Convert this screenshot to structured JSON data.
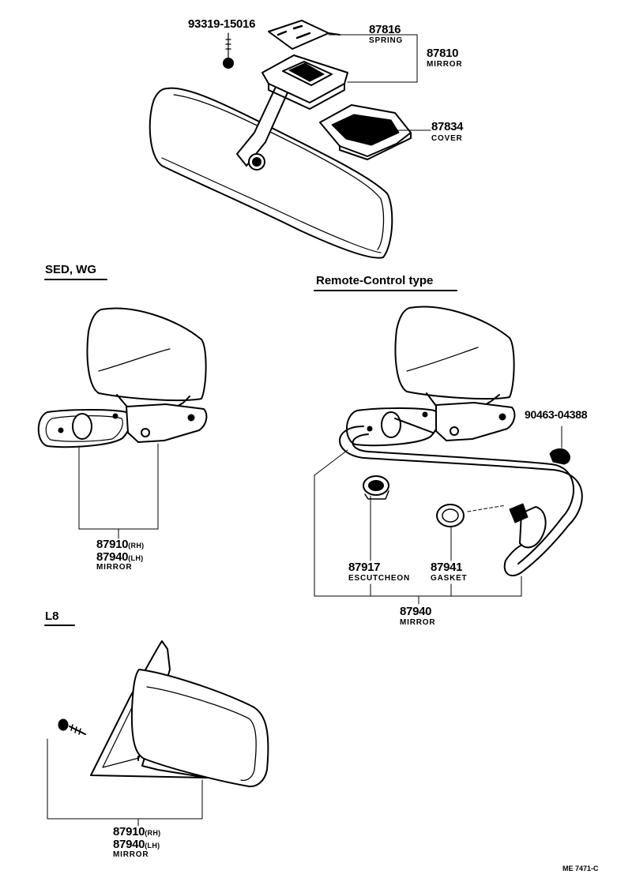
{
  "top": {
    "bolt": {
      "number": "93319-15016"
    },
    "spring": {
      "number": "87816",
      "name": "SPRING"
    },
    "mirror": {
      "number": "87810",
      "name": "MIRROR"
    },
    "cover": {
      "number": "87834",
      "name": "COVER"
    }
  },
  "sed_wg": {
    "heading": "SED, WG",
    "numbers": [
      {
        "number": "87910",
        "side": "(RH)"
      },
      {
        "number": "87940",
        "side": "(LH)"
      }
    ],
    "name": "MIRROR"
  },
  "remote": {
    "heading": "Remote-Control  type",
    "clip": {
      "number": "90463-04388"
    },
    "escutcheon": {
      "number": "87917",
      "name": "ESCUTCHEON"
    },
    "gasket": {
      "number": "87941",
      "name": "GASKET"
    },
    "mirror": {
      "number": "87940",
      "name": "MIRROR"
    }
  },
  "l8": {
    "heading": "L8",
    "numbers": [
      {
        "number": "87910",
        "side": "(RH)"
      },
      {
        "number": "87940",
        "side": "(LH)"
      }
    ],
    "name": "MIRROR"
  },
  "footer": {
    "code": "ME  7471-C"
  }
}
